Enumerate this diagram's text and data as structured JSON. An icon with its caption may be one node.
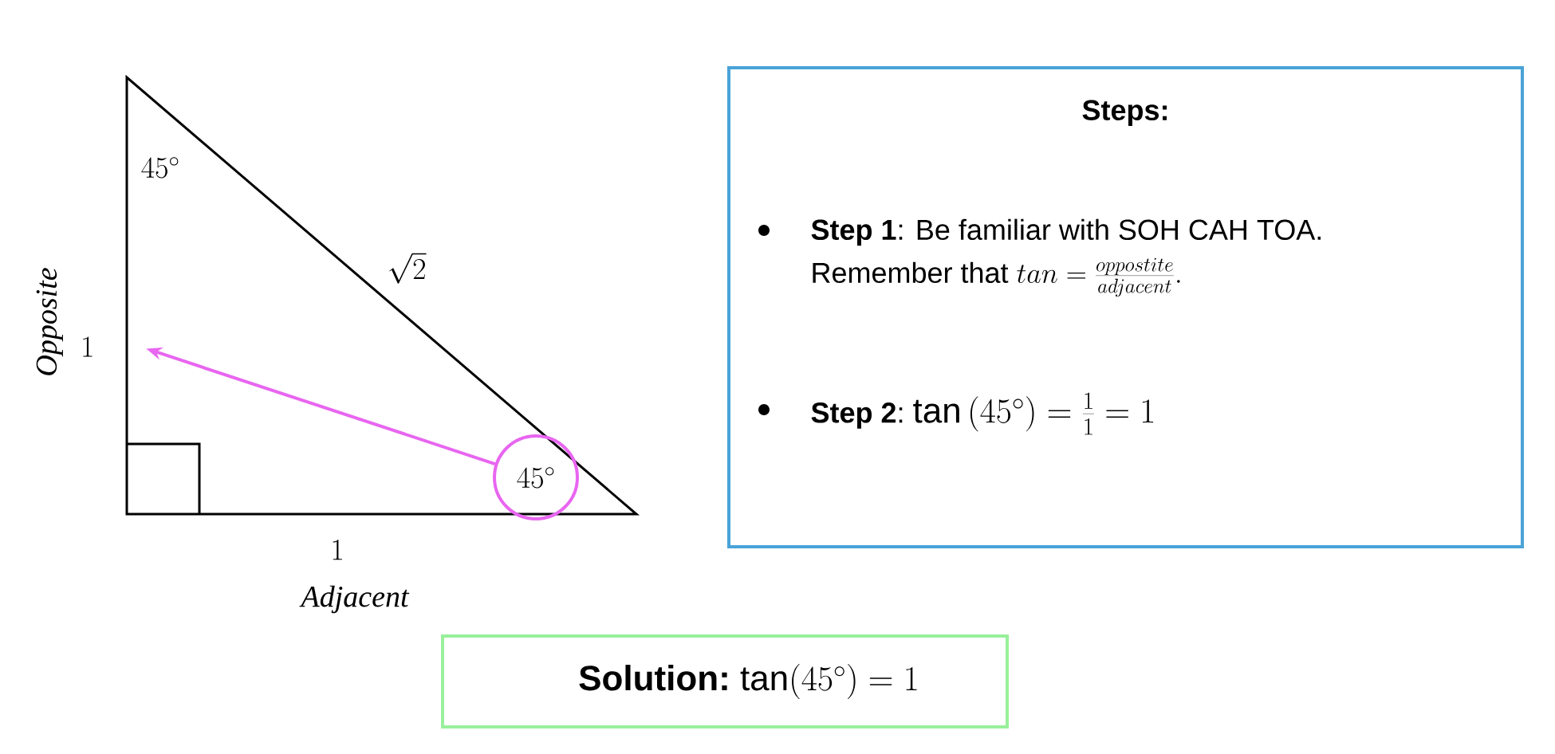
{
  "diagram": {
    "nodes": [
      {
        "text": [
          "Steps:",
          "**Step 1**: Be familiar with SOH CAH TOA.",
          "Remember that",
          "tan = \\frac{oppostite}{adjacent}.",
          "**Step 2**:",
          "\\tan\\left(45^{\\circ}\\right) = \\frac{1}{1} = 1"
        ]
      },
      {
        "text": [
          "45^{\\circ}"
        ]
      },
      {
        "text": [
          "**Solution**:",
          "\\tan(45^{\\circ}) = 1"
        ]
      },
      {
        "text": [
          "1",
          "Opposite"
        ]
      }
    ],
    "edges": [
      {
        "from": 1,
        "to": 3,
        "arrow": "to",
        "color": "#e866f0"
      }
    ],
    "labels": [
      "45^{\\circ}",
      "\\sqrt{2}",
      "1",
      "Adjacent"
    ]
  }
}
